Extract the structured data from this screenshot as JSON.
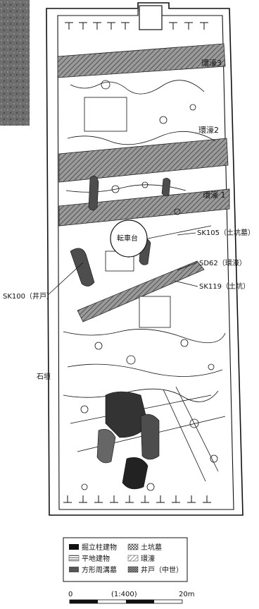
{
  "map": {
    "zone_labels": {
      "moat3": "環濠3",
      "moat2": "環濠2",
      "moat1": "環濠 1",
      "turntable": "転車台",
      "sk105": "SK105（土坑墓）",
      "sd62": "SD62（環濠）",
      "sk119": "SK119（土坑）",
      "sk100": "SK100（井戸）",
      "stone_wall": "石垣"
    },
    "legend": {
      "items": [
        {
          "label": "掘立柱建物",
          "pattern": "solid-black"
        },
        {
          "label": "平地建物",
          "pattern": "horizontal-lines"
        },
        {
          "label": "方形周溝墓",
          "pattern": "solid-darkgray"
        },
        {
          "label": "土坑墓",
          "pattern": "crosshatch"
        },
        {
          "label": "環濠",
          "pattern": "diagonal-hatch"
        },
        {
          "label": "井戸（中世）",
          "pattern": "dense-hatch"
        }
      ]
    },
    "scale": {
      "ratio": "(1:400)",
      "start": "0",
      "end": "20m"
    },
    "colors": {
      "ink": "#111111",
      "moat_fill": "#8a8a8a",
      "feature_fill": "#555555",
      "aerial_photo": "#6e6e6e"
    }
  }
}
